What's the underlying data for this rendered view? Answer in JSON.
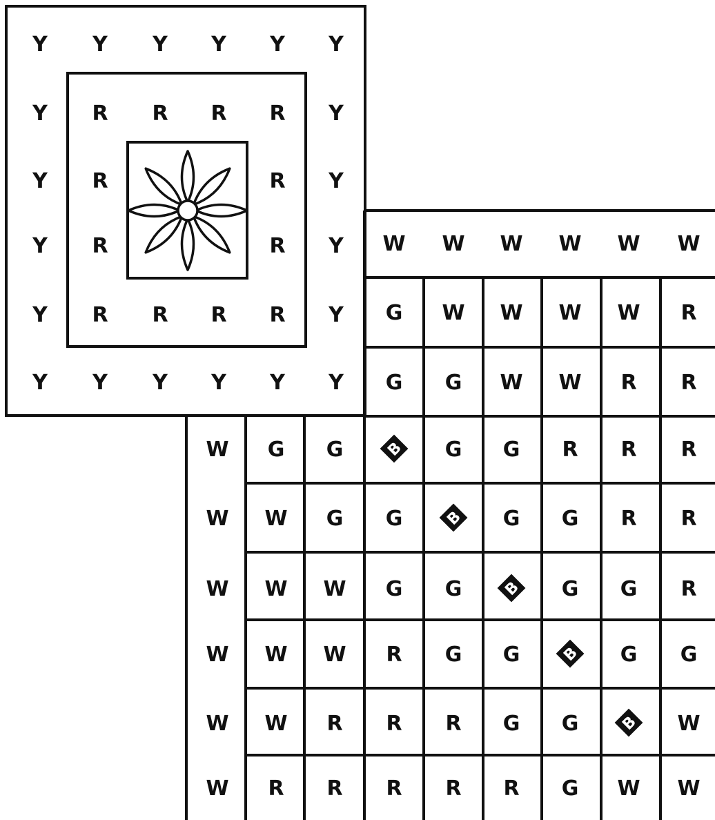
{
  "colors": {
    "ink": "#111111",
    "paper": "#ffffff"
  },
  "upper_block": {
    "outer_ring_letter": "Y",
    "inner_ring_letter": "R",
    "center_motif": "flower-icon"
  },
  "lower_block": {
    "top_row": [
      "W",
      "W",
      "W",
      "W",
      "W",
      "W"
    ],
    "rows": [
      [
        "G",
        "W",
        "W",
        "W",
        "W",
        "R"
      ],
      [
        "G",
        "G",
        "W",
        "W",
        "R",
        "R"
      ],
      [
        "W",
        "G",
        "G",
        "B",
        "G",
        "G",
        "R",
        "R",
        "R"
      ],
      [
        "W",
        "W",
        "G",
        "G",
        "B",
        "G",
        "G",
        "R",
        "R"
      ],
      [
        "W",
        "W",
        "W",
        "G",
        "G",
        "B",
        "G",
        "G",
        "R"
      ],
      [
        "W",
        "W",
        "W",
        "R",
        "G",
        "G",
        "B",
        "G",
        "G"
      ],
      [
        "W",
        "W",
        "R",
        "R",
        "R",
        "G",
        "G",
        "B",
        "W"
      ],
      [
        "W",
        "R",
        "R",
        "R",
        "R",
        "R",
        "G",
        "W",
        "W"
      ]
    ]
  }
}
